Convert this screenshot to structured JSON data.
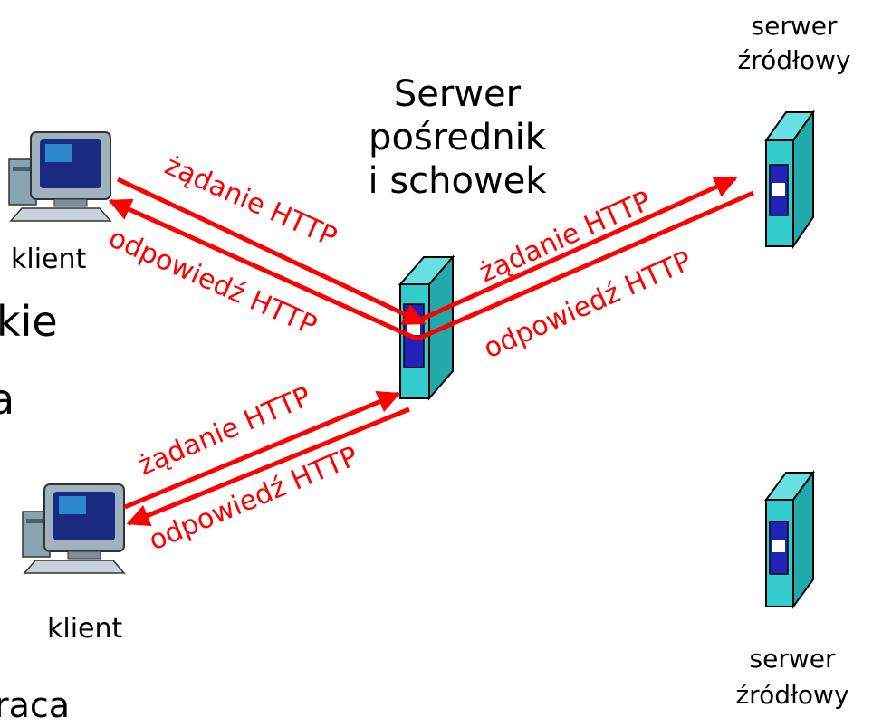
{
  "labels": {
    "origin_server_top": [
      "serwer",
      "źródłowy"
    ],
    "origin_server_bottom": [
      "serwer",
      "źródłowy"
    ],
    "proxy": [
      "Serwer",
      "pośrednik",
      "i schowek"
    ],
    "client_top": "klient",
    "client_bottom": "klient",
    "partial_left": [
      "kie",
      "a",
      "raca"
    ]
  },
  "arrows": {
    "request": "żądanie HTTP",
    "response": "odpowiedź HTTP"
  },
  "colors": {
    "arrow": "#ff0000",
    "server_body": "#33cccc",
    "server_slot": "#2222bb",
    "background": "#ffffff",
    "text": "#000000"
  },
  "icons": {
    "client": "computer-icon",
    "server": "server-tower-icon"
  }
}
